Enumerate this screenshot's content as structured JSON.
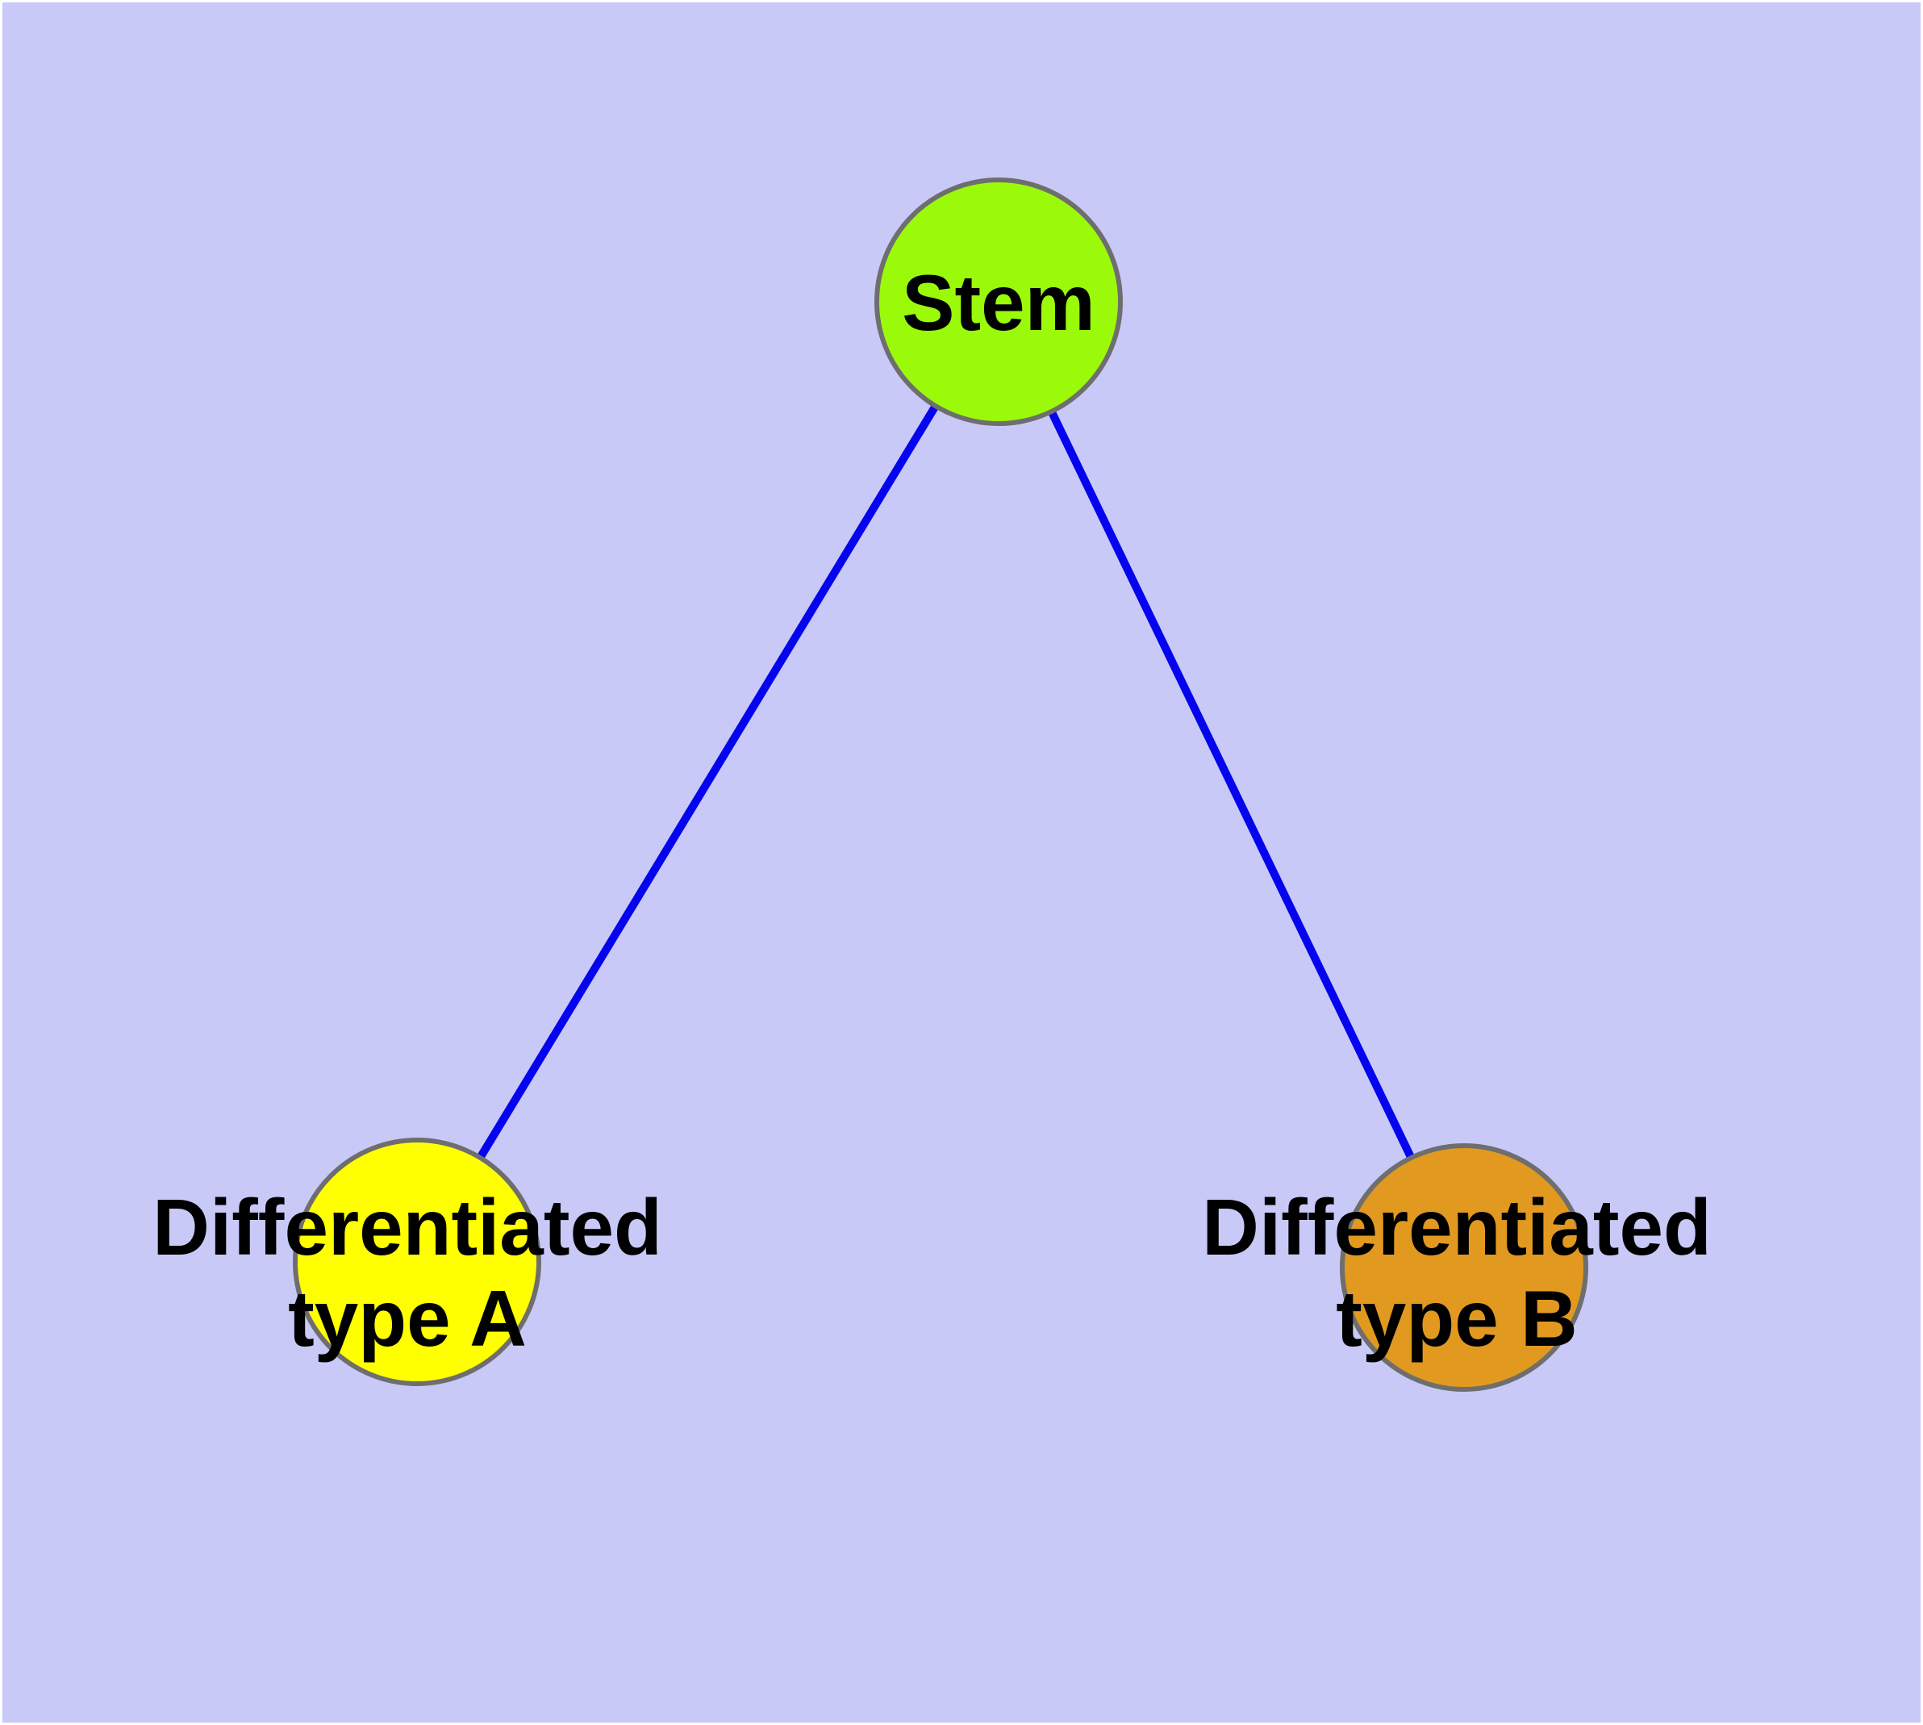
{
  "diagram": {
    "background_color": "#c9c9f8",
    "frame_color": "#ffffff",
    "edge_color": "#0404ee",
    "node_border_color": "#6e6e6e",
    "label_color": "#000000",
    "nodes": {
      "stem": {
        "label": "Stem",
        "fill": "#9bfa0a"
      },
      "diff_a": {
        "label": "Differentiated type A",
        "line1": "Differentiated",
        "line2": "type A",
        "fill": "#ffff00"
      },
      "diff_b": {
        "label": "Differentiated type B",
        "line1": "Differentiated",
        "line2": "type B",
        "fill": "#e29920"
      }
    },
    "edges": [
      {
        "from": "Stem",
        "to": "Differentiated type A"
      },
      {
        "from": "Stem",
        "to": "Differentiated type B"
      }
    ]
  }
}
